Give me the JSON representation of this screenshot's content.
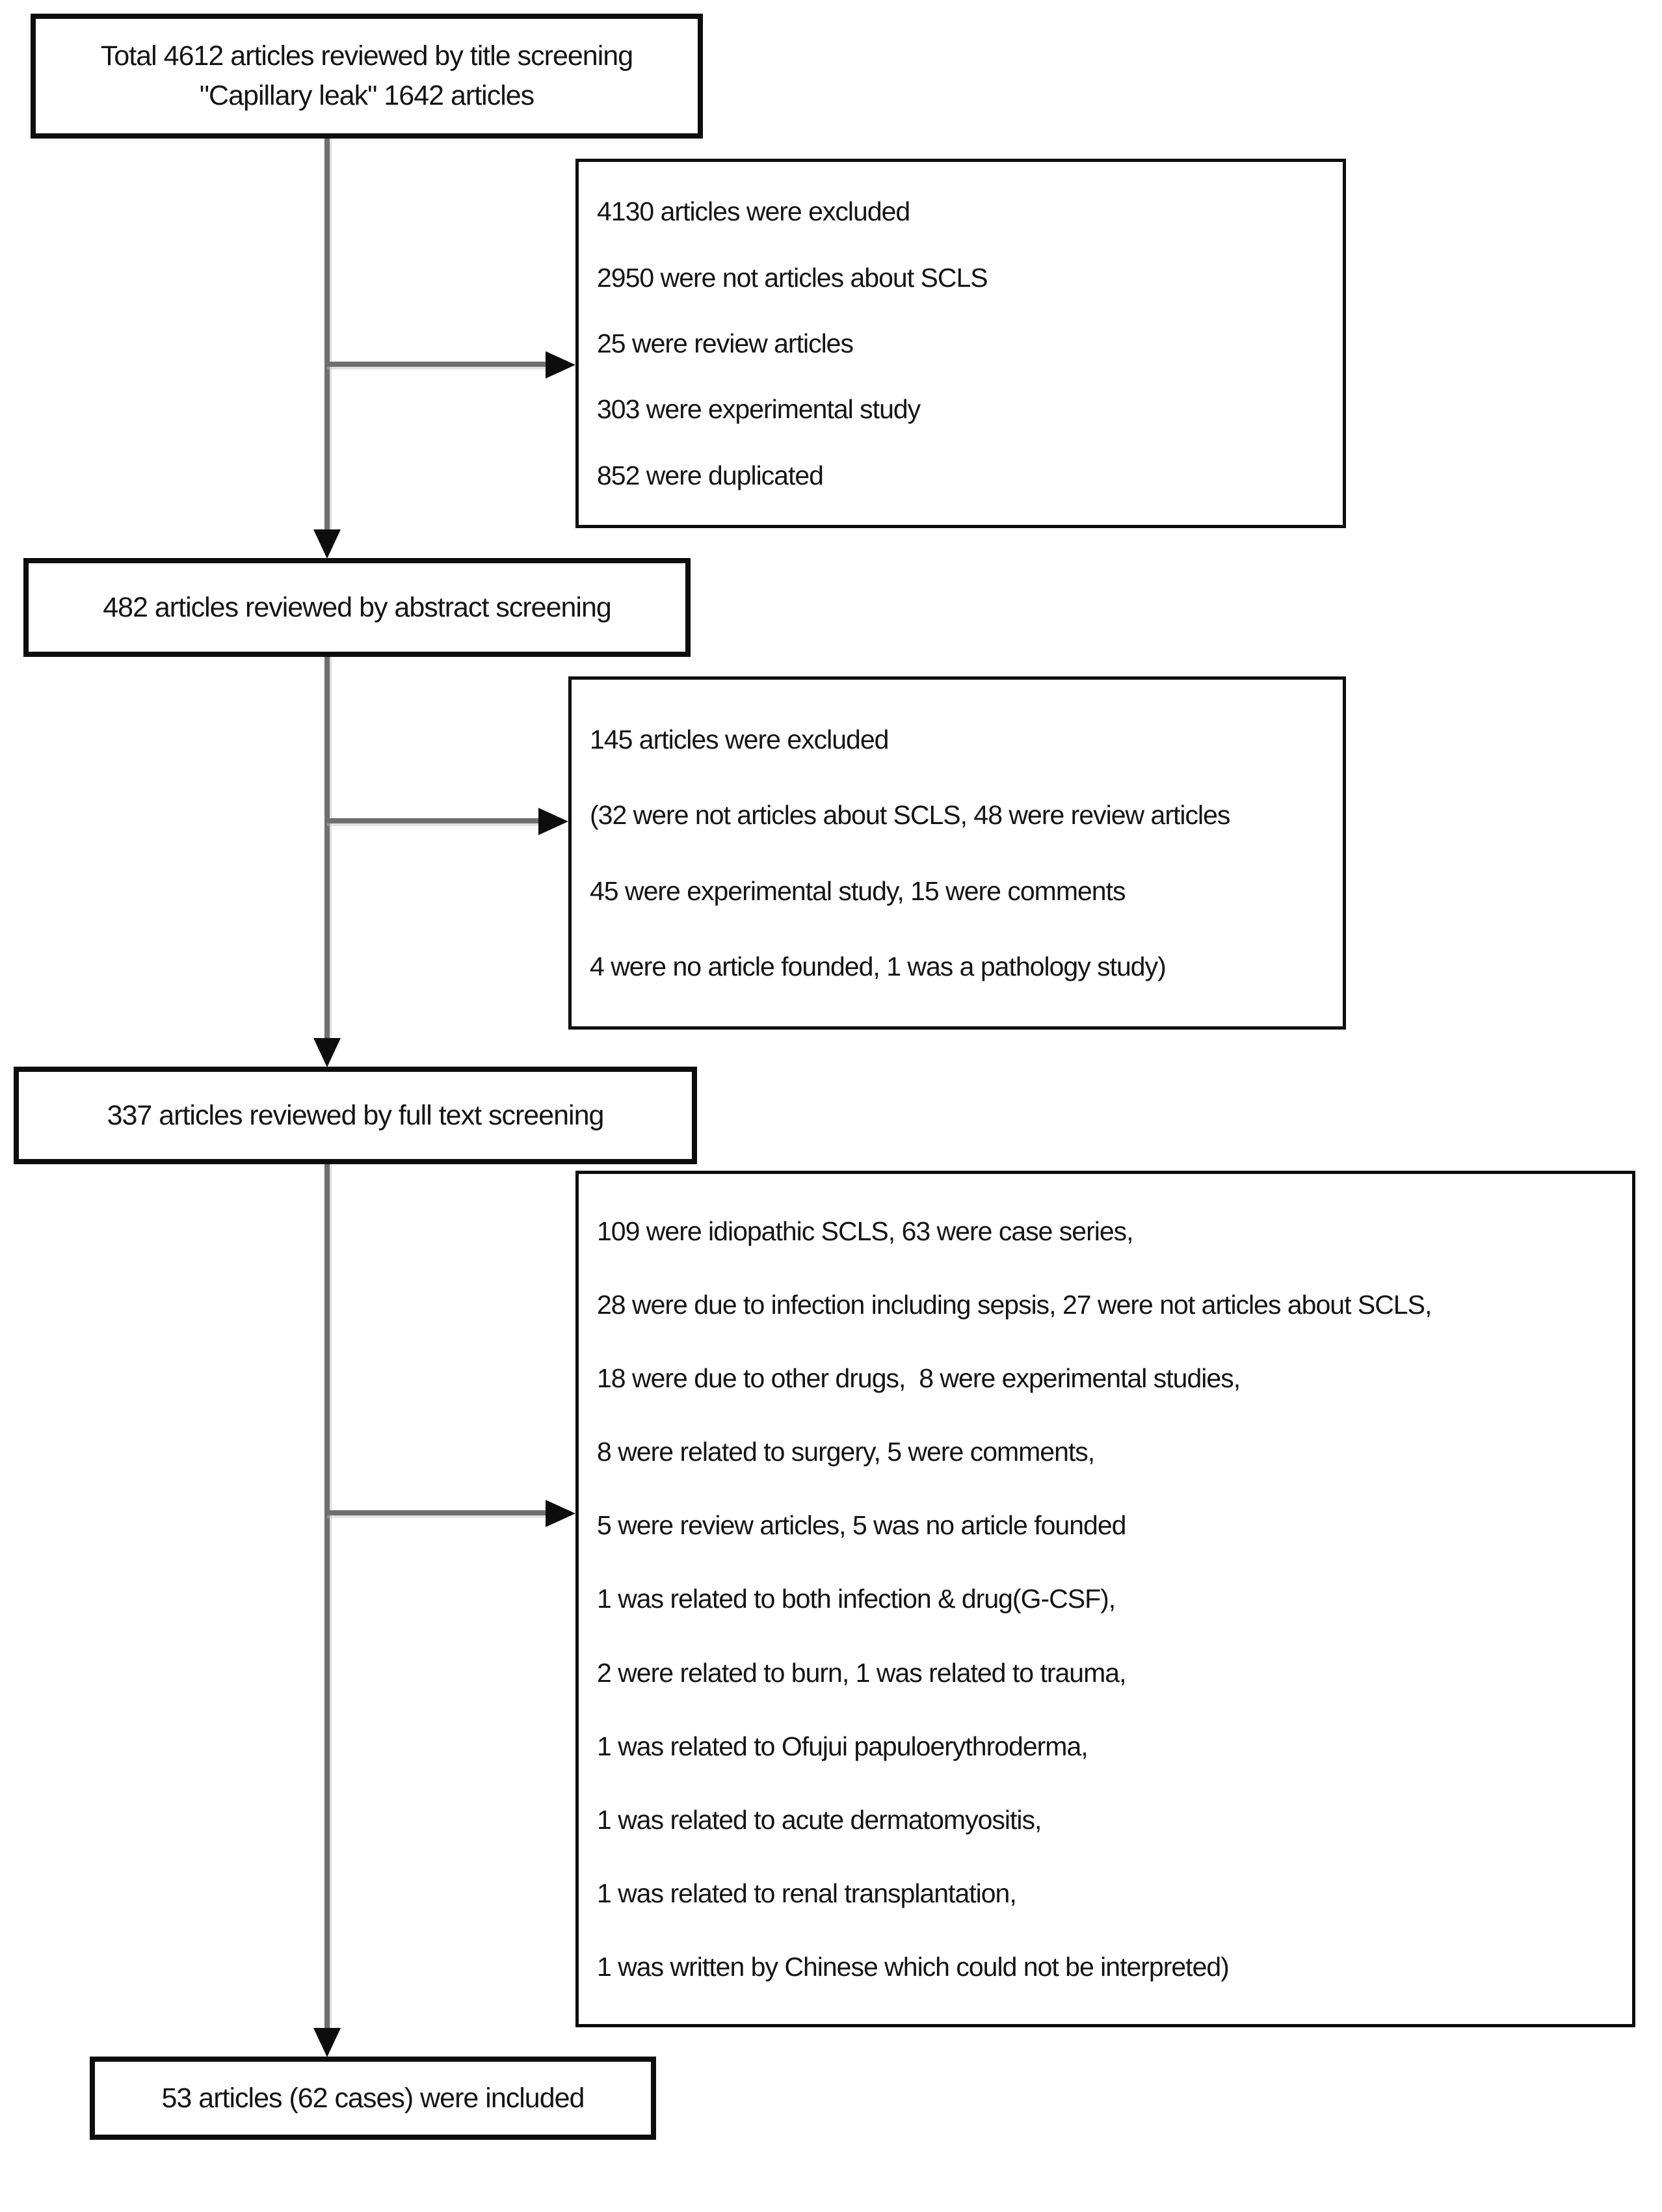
{
  "diagram": {
    "type": "article-screening-flowchart",
    "boxes": {
      "title_screening": {
        "lines": [
          "Total 4612 articles reviewed by title screening",
          "\"Capillary leak\" 1642 articles"
        ]
      },
      "title_excluded": {
        "lines": [
          "4130 articles were excluded",
          "2950 were not articles about SCLS",
          "25 were review articles",
          "303 were experimental study",
          "852 were duplicated"
        ]
      },
      "abstract_screening": {
        "text": "482 articles reviewed by abstract screening"
      },
      "abstract_excluded": {
        "lines": [
          "145 articles were excluded",
          "(32 were not articles about SCLS, 48 were review articles",
          "45 were experimental study, 15 were comments",
          "4 were no article founded, 1 was a pathology study)"
        ]
      },
      "fulltext_screening": {
        "text": "337 articles reviewed by full text screening"
      },
      "fulltext_excluded": {
        "lines": [
          "109 were idiopathic SCLS, 63 were case series,",
          "28 were due to infection including sepsis, 27 were not articles about SCLS,",
          "18 were due to other drugs,  8 were experimental studies,",
          "8 were related to surgery, 5 were comments,",
          "5 were review articles, 5 was no article founded",
          "1 was related to both infection & drug(G-CSF),",
          "2 were related to burn, 1 was related to trauma,",
          "1 was related to Ofujui papuloerythroderma,",
          "1 was related to acute dermatomyositis,",
          "1 was related to renal transplantation,",
          "1 was written by Chinese which could not be interpreted)"
        ]
      },
      "included": {
        "text": "53 articles (62 cases) were included"
      }
    },
    "colors": {
      "box_border": "#0d0d0d",
      "text": "#141414",
      "connector_line": "#6f6f6f",
      "arrowhead": "#0d0d0d",
      "background": "#ffffff"
    }
  }
}
